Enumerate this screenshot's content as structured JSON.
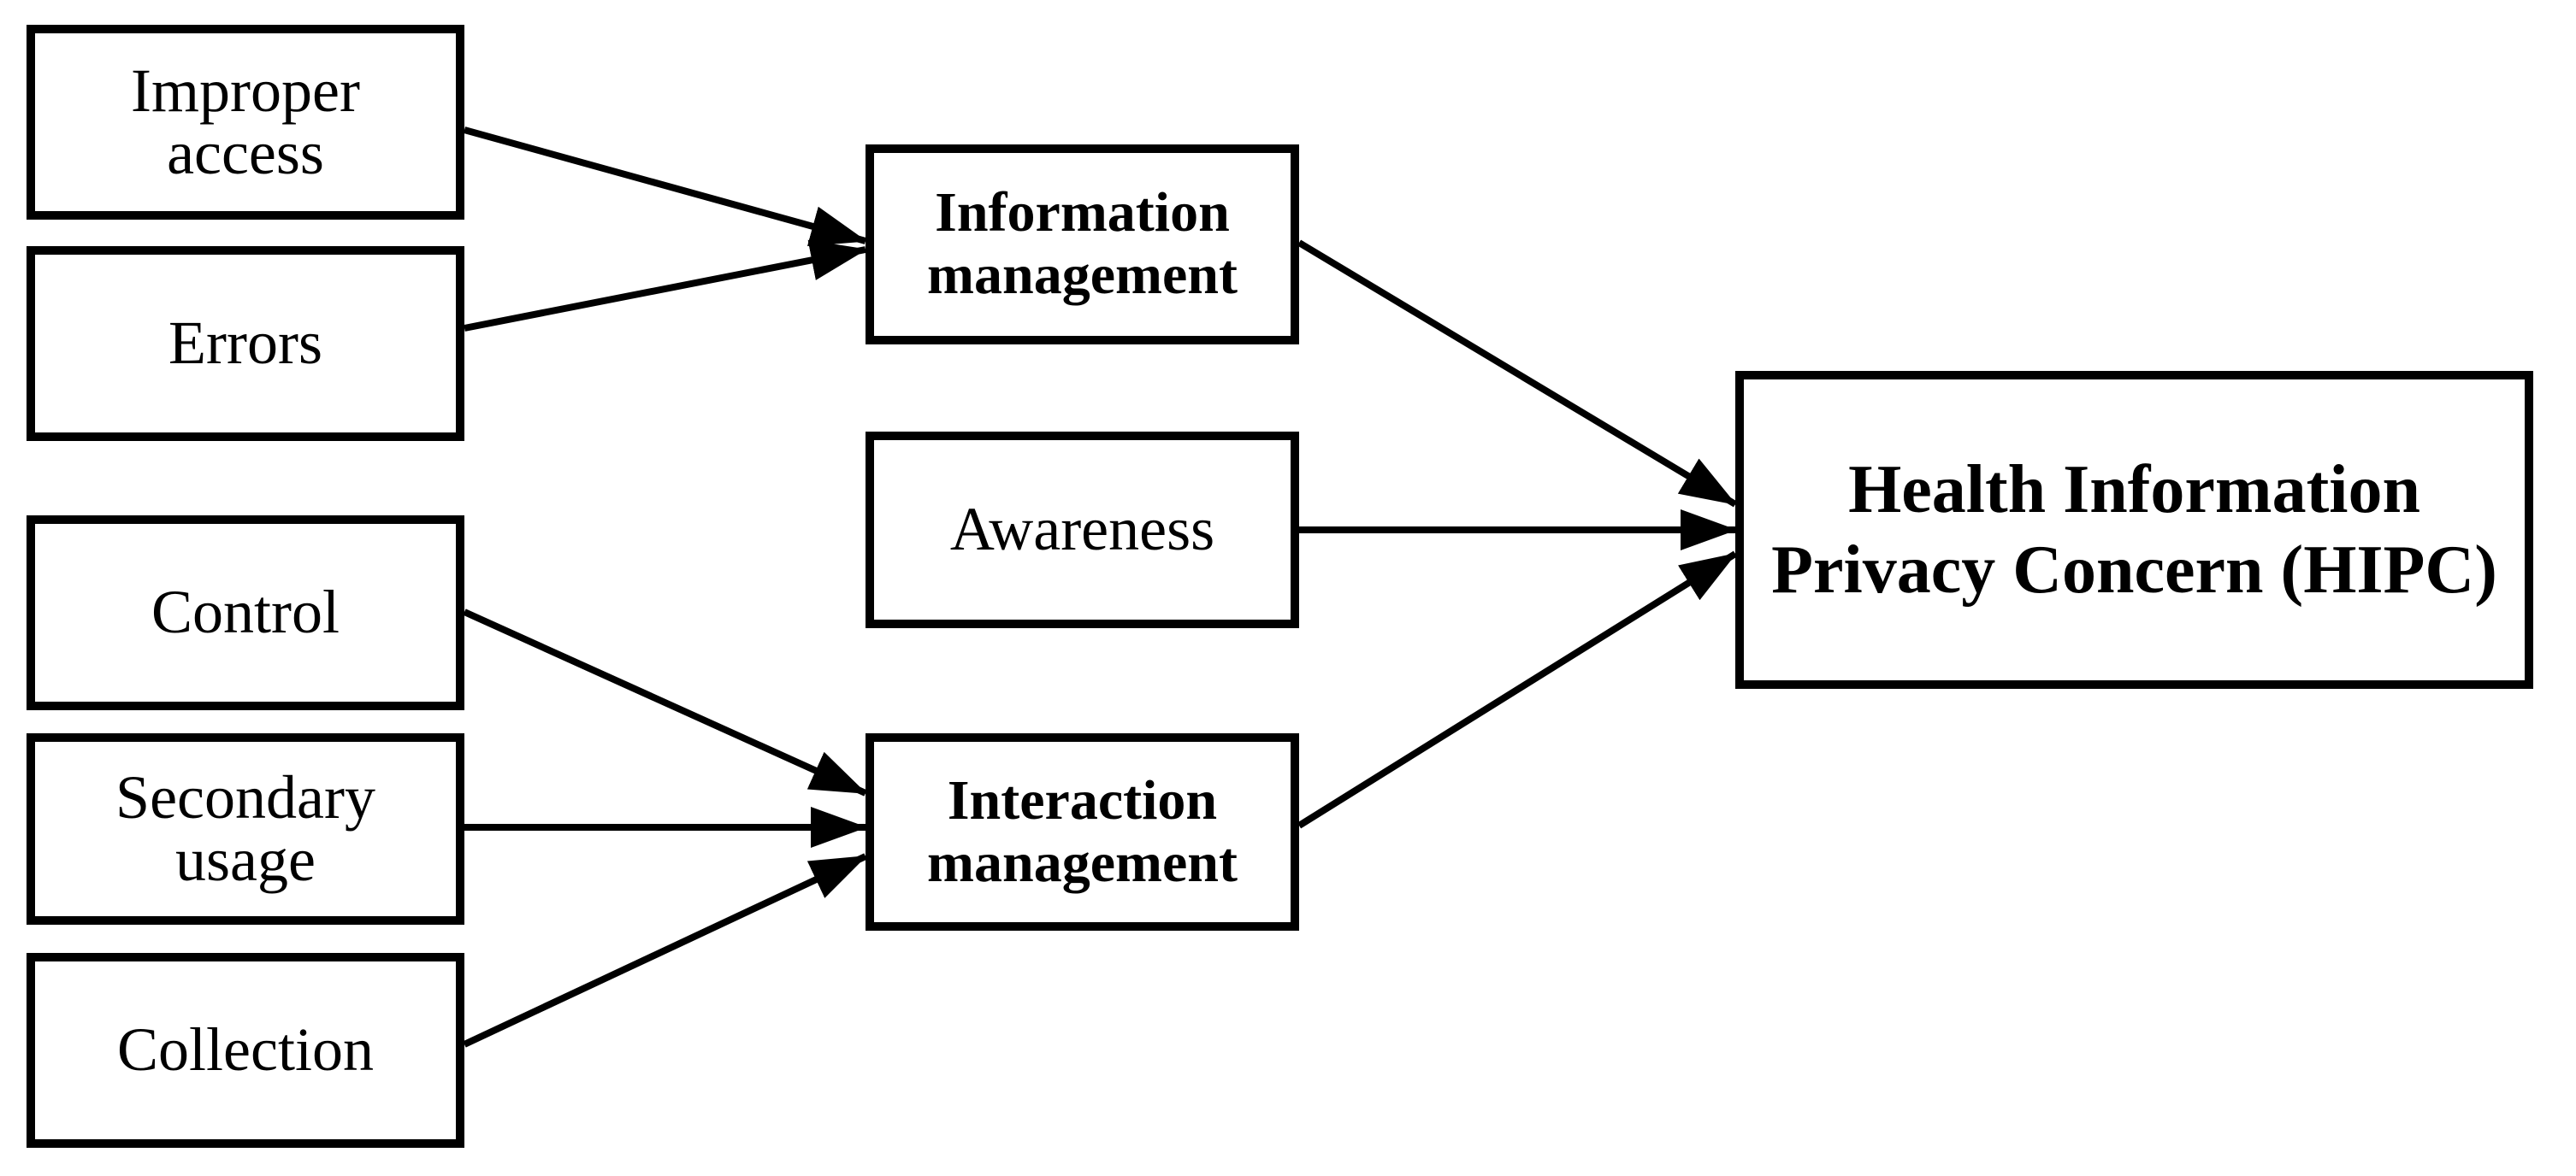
{
  "diagram": {
    "background_color": "#ffffff",
    "stroke_color": "#000000",
    "nodes": [
      {
        "id": "improper-access",
        "label": "Improper access",
        "lines": [
          "Improper",
          "access"
        ],
        "emphasis": "regular",
        "column": "left"
      },
      {
        "id": "errors",
        "label": "Errors",
        "lines": [
          "Errors"
        ],
        "emphasis": "regular",
        "column": "left"
      },
      {
        "id": "control",
        "label": "Control",
        "lines": [
          "Control"
        ],
        "emphasis": "regular",
        "column": "left"
      },
      {
        "id": "secondary-usage",
        "label": "Secondary usage",
        "lines": [
          "Secondary",
          "usage"
        ],
        "emphasis": "regular",
        "column": "left"
      },
      {
        "id": "collection",
        "label": "Collection",
        "lines": [
          "Collection"
        ],
        "emphasis": "regular",
        "column": "left"
      },
      {
        "id": "information-management",
        "label": "Information management",
        "lines": [
          "Information",
          "management"
        ],
        "emphasis": "bold",
        "column": "middle"
      },
      {
        "id": "awareness",
        "label": "Awareness",
        "lines": [
          "Awareness"
        ],
        "emphasis": "regular",
        "column": "middle"
      },
      {
        "id": "interaction-management",
        "label": "Interaction management",
        "lines": [
          "Interaction",
          "management"
        ],
        "emphasis": "bold",
        "column": "middle"
      },
      {
        "id": "hipc",
        "label": "Health Information Privacy Concern (HIPC)",
        "lines": [
          "Health Information",
          "Privacy Concern (HIPC)"
        ],
        "emphasis": "bold",
        "column": "right"
      }
    ],
    "edges": [
      {
        "from": "improper-access",
        "to": "information-management"
      },
      {
        "from": "errors",
        "to": "information-management"
      },
      {
        "from": "control",
        "to": "interaction-management"
      },
      {
        "from": "secondary-usage",
        "to": "interaction-management"
      },
      {
        "from": "collection",
        "to": "interaction-management"
      },
      {
        "from": "information-management",
        "to": "hipc"
      },
      {
        "from": "awareness",
        "to": "hipc"
      },
      {
        "from": "interaction-management",
        "to": "hipc"
      }
    ]
  }
}
